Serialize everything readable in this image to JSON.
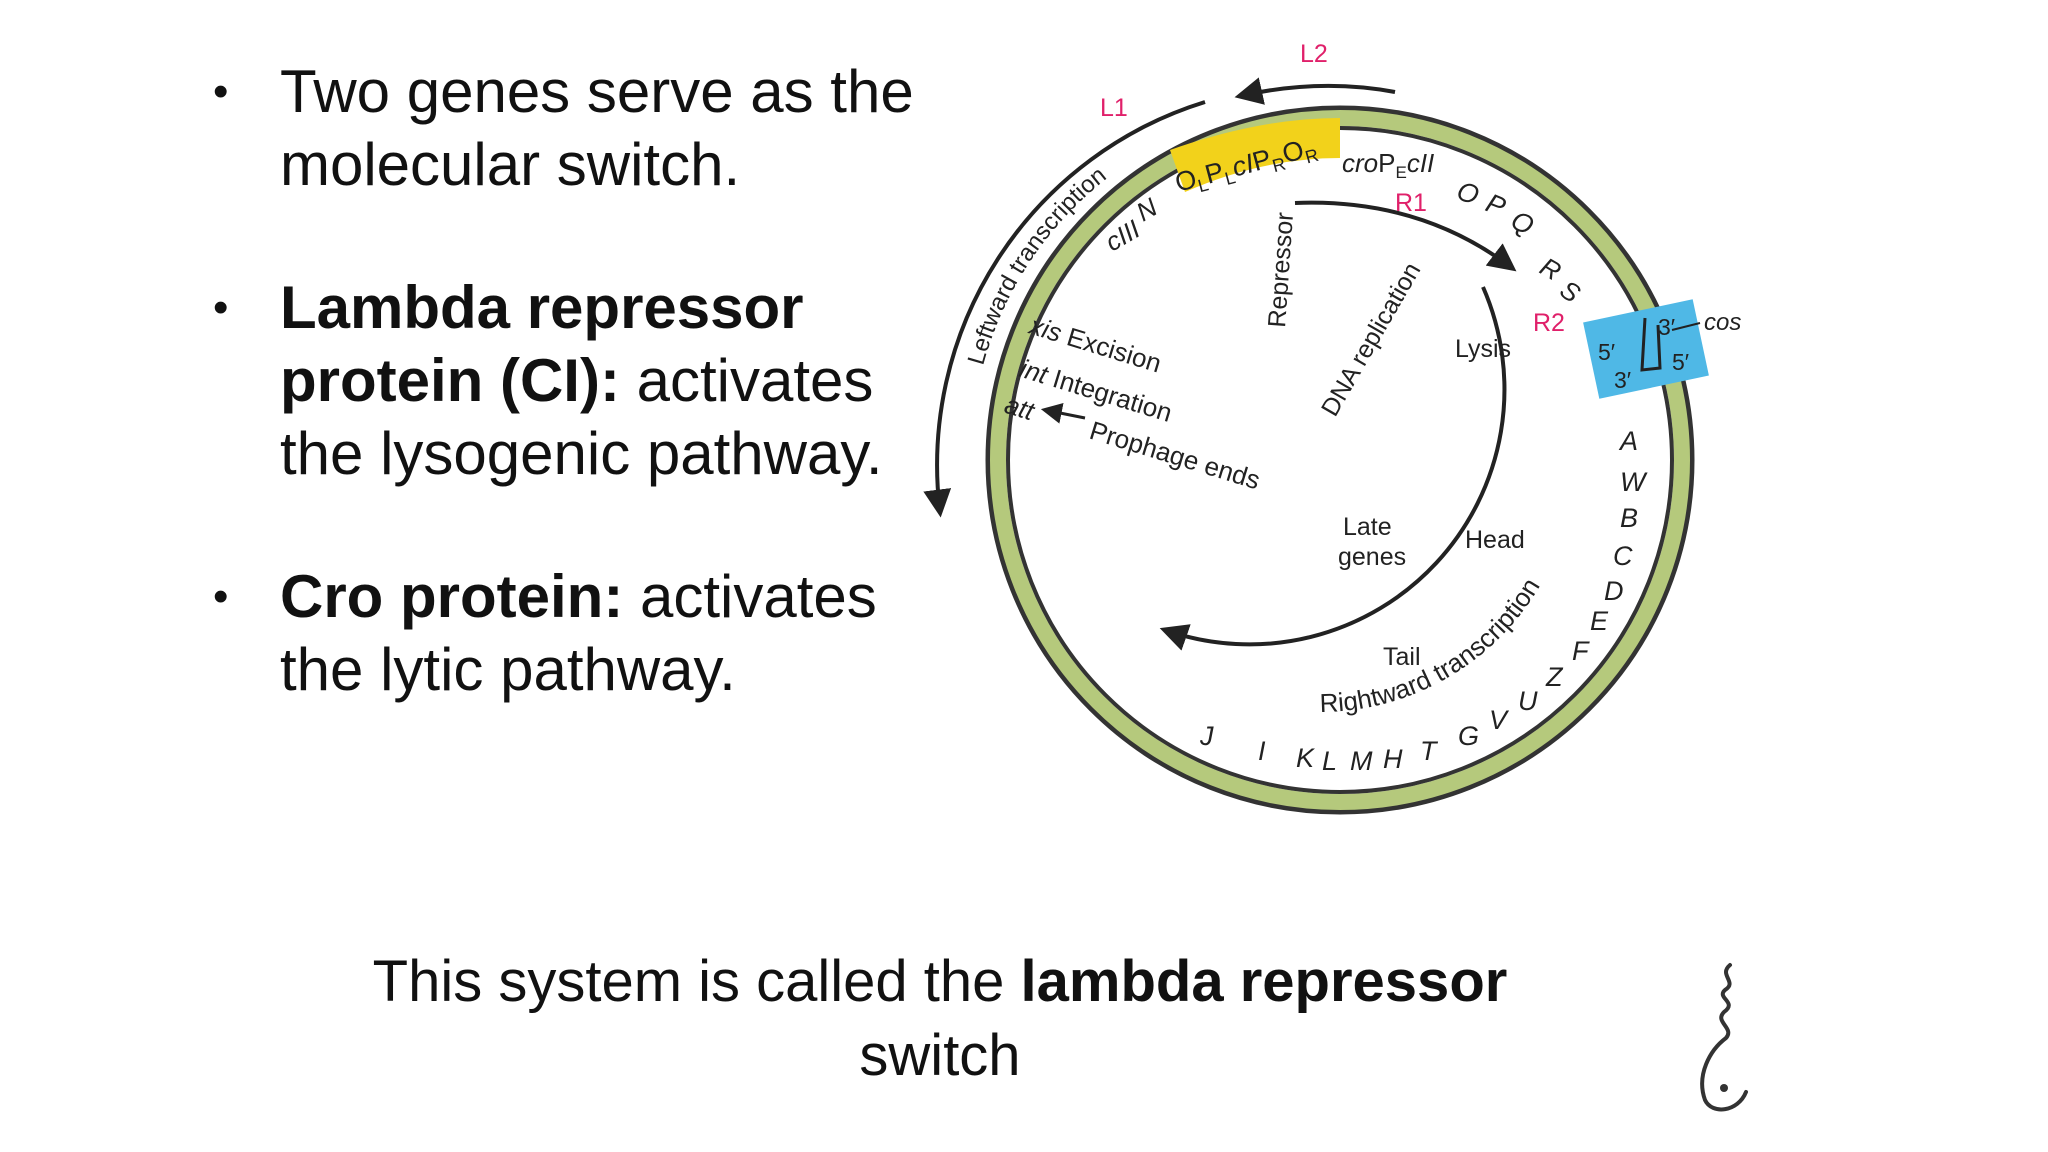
{
  "bullets": {
    "b1": {
      "text": "Two genes serve as the molecular switch."
    },
    "b2": {
      "bold": "Lambda repressor protein (CI):",
      "rest": " activates the lysogenic pathway."
    },
    "b3": {
      "bold": "Cro protein:",
      "rest": " activates the lytic pathway."
    }
  },
  "footer": {
    "pre": "This system is called the ",
    "bold": "lambda repressor",
    "post": "switch"
  },
  "diagram": {
    "promoters": {
      "L2": "L2",
      "L1": "L1",
      "R1": "R1",
      "R2": "R2"
    },
    "operator_region": {
      "ol": "O",
      "ol_sub": "L",
      "pl": "P",
      "pl_sub": "L",
      "ci": "cI",
      "pr": "P",
      "pr_sub": "R",
      "or": "O",
      "or_sub": "R"
    },
    "genes_top": {
      "cro": "cro",
      "pe": "P",
      "pe_sub": "E",
      "cii": "cII",
      "o": "O",
      "p": "P",
      "q": "Q"
    },
    "genes_left": {
      "n": "N",
      "ciii": "cIII"
    },
    "genes_right": {
      "r": "R",
      "s": "S",
      "a": "A",
      "w": "W",
      "b": "B",
      "c": "C",
      "d": "D",
      "e": "E",
      "f": "F",
      "z": "Z",
      "u": "U",
      "v": "V",
      "g": "G",
      "t": "T",
      "h": "H",
      "m": "M",
      "l": "L",
      "k": "K",
      "i": "I",
      "j": "J"
    },
    "cos": {
      "label": "cos",
      "five_a": "5′",
      "three_a": "3′",
      "three_b": "3′",
      "five_b": "5′"
    },
    "labels": {
      "leftward": "Leftward transcription",
      "rightward": "Rightward transcription",
      "repressor": "Repressor",
      "dna_replication": "DNA replication",
      "lysis": "Lysis",
      "xis": "xis",
      "excision": "Excision",
      "int": "int",
      "integration": "Integration",
      "att": "att",
      "prophage": "Prophage ends",
      "late1": "Late",
      "late2": "genes",
      "head": "Head",
      "tail": "Tail"
    },
    "colors": {
      "ring": "#b5c97c",
      "operator_box": "#f2d21b",
      "cos_box": "#4fb8e6",
      "promoter_label": "#e0206a"
    }
  }
}
